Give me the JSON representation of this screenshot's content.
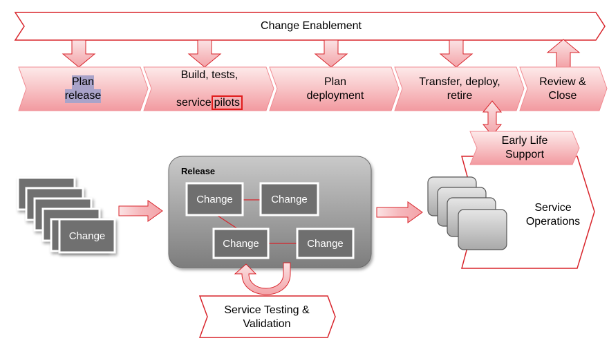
{
  "banner": {
    "label": "Change Enablement"
  },
  "stages": [
    {
      "line1": "Plan",
      "line2": "release"
    },
    {
      "line1": "Build, tests,",
      "line2a": "service",
      "line2b": "pilots"
    },
    {
      "line1": "Plan",
      "line2": "deployment"
    },
    {
      "line1": "Transfer, deploy,",
      "line2": "retire"
    },
    {
      "line1": "Review &",
      "line2": "Close"
    }
  ],
  "early_life_support": {
    "label": "Early Life\nSupport"
  },
  "release": {
    "title": "Release",
    "changes": [
      "Change",
      "Change",
      "Change",
      "Change"
    ]
  },
  "change_stack": {
    "label": "Change"
  },
  "service_testing": {
    "label": "Service Testing &\nValidation"
  },
  "service_operations": {
    "label": "Service\nOperations"
  },
  "colors": {
    "outline": "#d8232a",
    "pink_light": "#fde9ea",
    "pink_mid": "#f7b4b8",
    "pink_dark": "#f08a91",
    "change_box": "#6f6f6f",
    "release_panel": "#8a8a8a"
  }
}
